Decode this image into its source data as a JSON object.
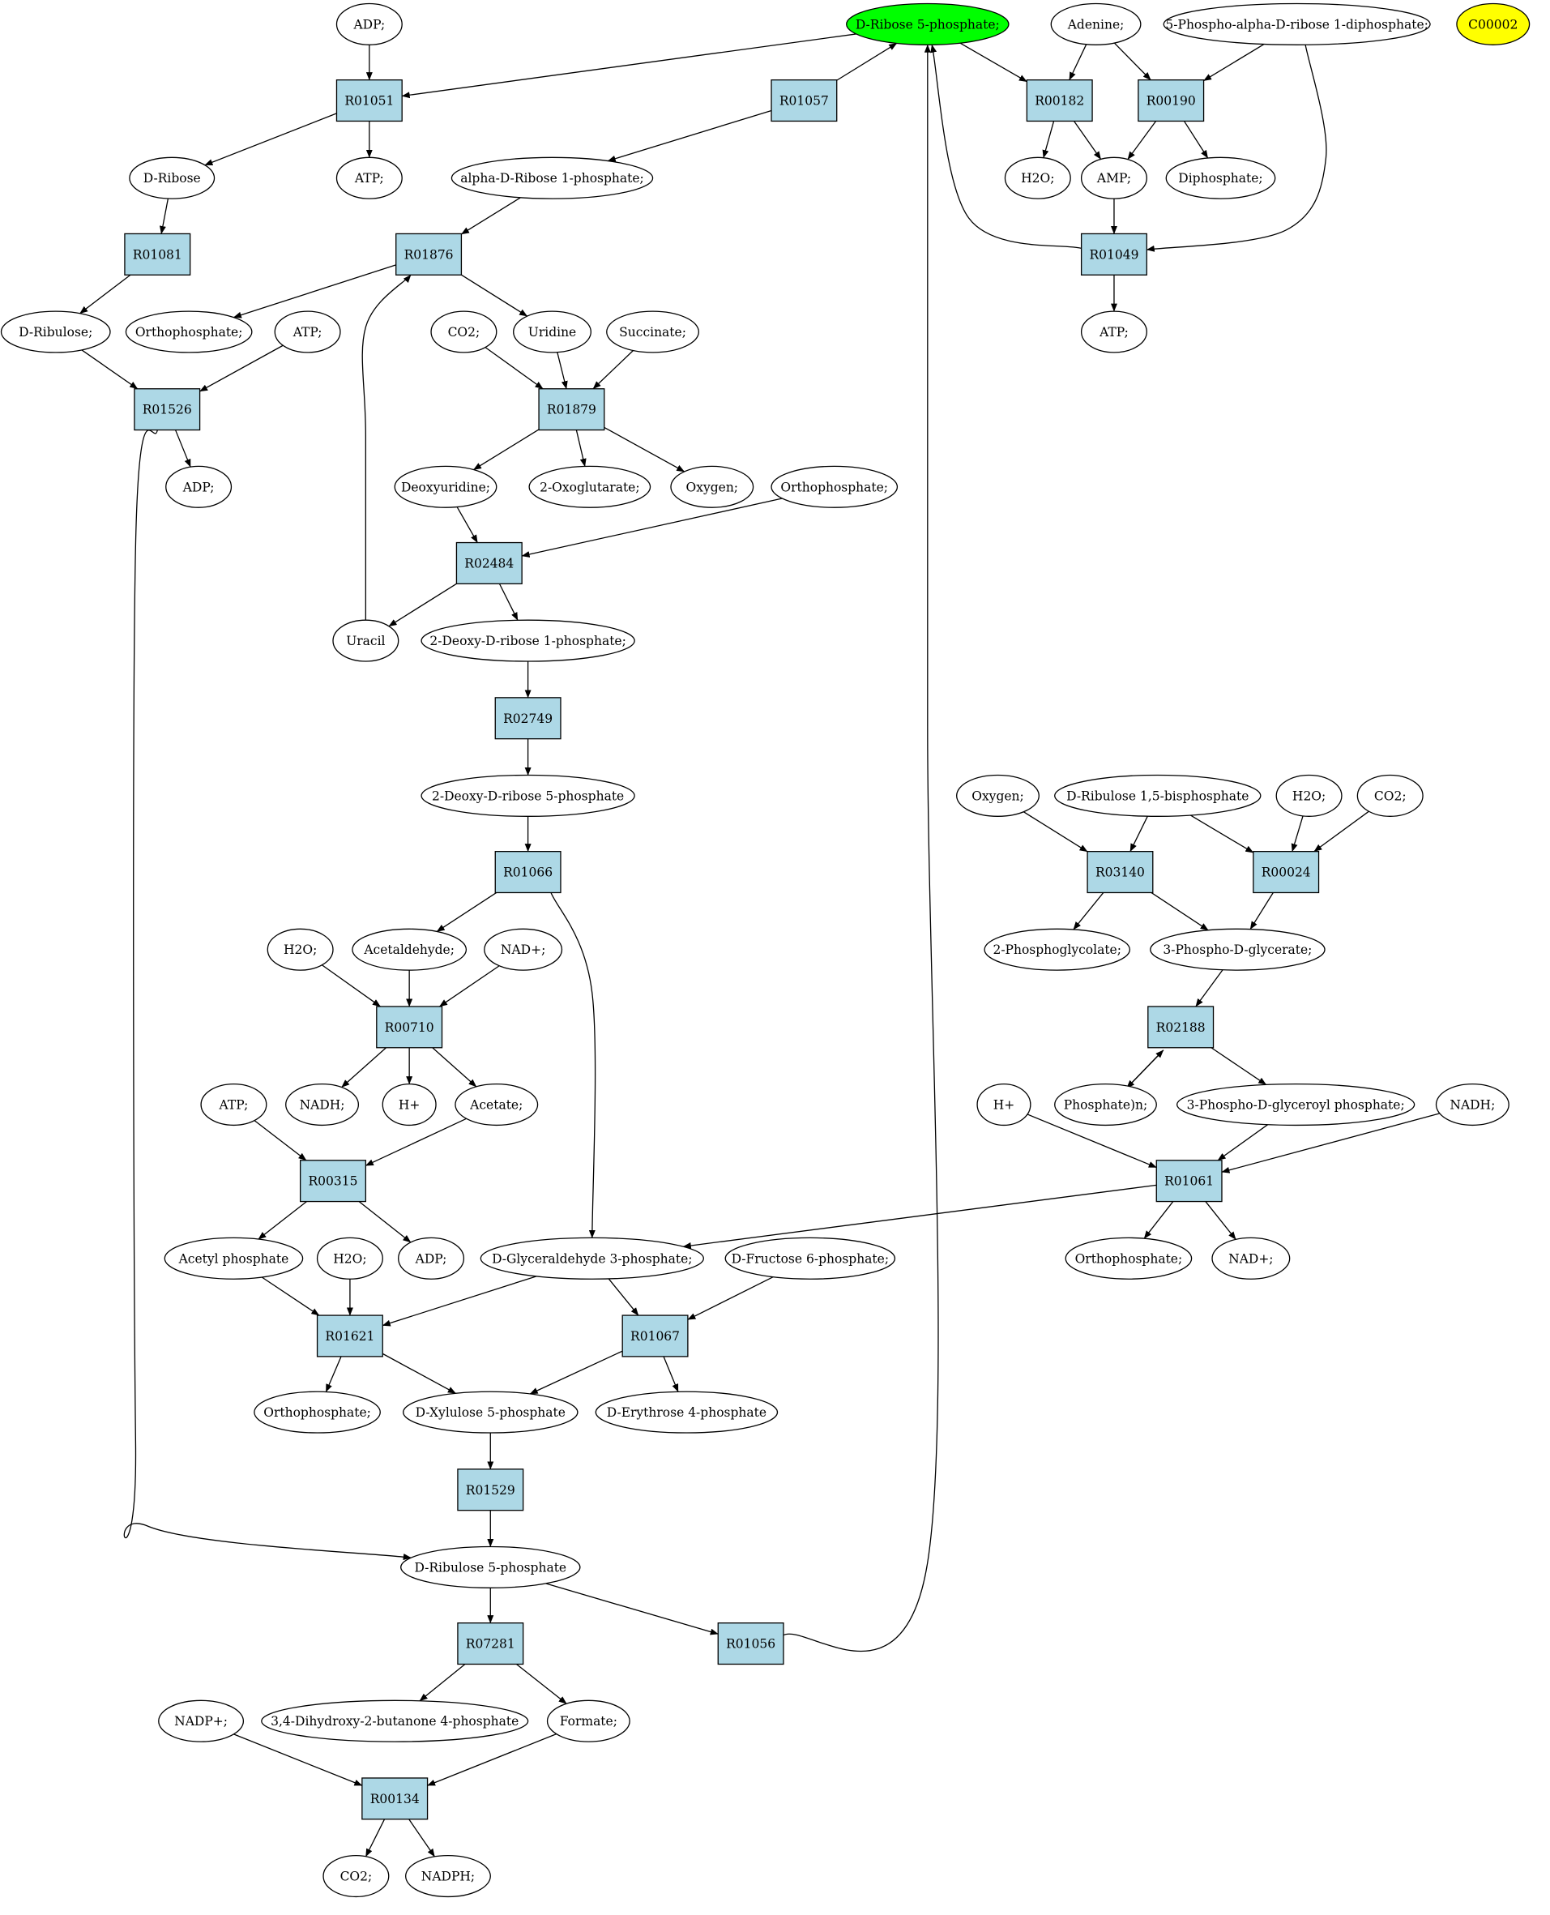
{
  "colors": {
    "reaction_fill": "#add8e6",
    "compound_fill": "#ffffff",
    "focus_fill": "#00ff00",
    "highlight_fill": "#ffff00",
    "stroke": "#000000"
  },
  "nodes": [
    {
      "id": "c_adp_top",
      "label": "ADP;",
      "kind": "compound"
    },
    {
      "id": "c_r5p",
      "label": "D-Ribose 5-phosphate;",
      "kind": "compound",
      "style": "focus"
    },
    {
      "id": "c_adenine",
      "label": "Adenine;",
      "kind": "compound"
    },
    {
      "id": "c_prpp",
      "label": "5-Phospho-alpha-D-ribose 1-diphosphate;",
      "kind": "compound"
    },
    {
      "id": "c_c00002",
      "label": "C00002",
      "kind": "compound",
      "style": "highlight"
    },
    {
      "id": "r_R01051",
      "label": "R01051",
      "kind": "reaction"
    },
    {
      "id": "r_R01057",
      "label": "R01057",
      "kind": "reaction"
    },
    {
      "id": "r_R00182",
      "label": "R00182",
      "kind": "reaction"
    },
    {
      "id": "r_R00190",
      "label": "R00190",
      "kind": "reaction"
    },
    {
      "id": "c_dribose",
      "label": "D-Ribose",
      "kind": "compound"
    },
    {
      "id": "c_atp_1",
      "label": "ATP;",
      "kind": "compound"
    },
    {
      "id": "c_adr1p",
      "label": "alpha-D-Ribose 1-phosphate;",
      "kind": "compound"
    },
    {
      "id": "c_h2o_1",
      "label": "H2O;",
      "kind": "compound"
    },
    {
      "id": "c_amp",
      "label": "AMP;",
      "kind": "compound"
    },
    {
      "id": "c_diphosphate",
      "label": "Diphosphate;",
      "kind": "compound"
    },
    {
      "id": "r_R01081",
      "label": "R01081",
      "kind": "reaction"
    },
    {
      "id": "r_R01876",
      "label": "R01876",
      "kind": "reaction"
    },
    {
      "id": "r_R01049",
      "label": "R01049",
      "kind": "reaction"
    },
    {
      "id": "c_dribulose",
      "label": "D-Ribulose;",
      "kind": "compound"
    },
    {
      "id": "c_ortho_1",
      "label": "Orthophosphate;",
      "kind": "compound"
    },
    {
      "id": "c_atp_2",
      "label": "ATP;",
      "kind": "compound"
    },
    {
      "id": "c_co2_1",
      "label": "CO2;",
      "kind": "compound"
    },
    {
      "id": "c_uridine",
      "label": "Uridine",
      "kind": "compound"
    },
    {
      "id": "c_succinate",
      "label": "Succinate;",
      "kind": "compound"
    },
    {
      "id": "c_atp_3",
      "label": "ATP;",
      "kind": "compound"
    },
    {
      "id": "r_R01526",
      "label": "R01526",
      "kind": "reaction"
    },
    {
      "id": "r_R01879",
      "label": "R01879",
      "kind": "reaction"
    },
    {
      "id": "c_adp_2",
      "label": "ADP;",
      "kind": "compound"
    },
    {
      "id": "c_deoxyuridine",
      "label": "Deoxyuridine;",
      "kind": "compound"
    },
    {
      "id": "c_2og",
      "label": "2-Oxoglutarate;",
      "kind": "compound"
    },
    {
      "id": "c_oxygen_1",
      "label": "Oxygen;",
      "kind": "compound"
    },
    {
      "id": "c_ortho_2",
      "label": "Orthophosphate;",
      "kind": "compound"
    },
    {
      "id": "r_R02484",
      "label": "R02484",
      "kind": "reaction"
    },
    {
      "id": "c_uracil",
      "label": "Uracil",
      "kind": "compound"
    },
    {
      "id": "c_2ddr1p",
      "label": "2-Deoxy-D-ribose 1-phosphate;",
      "kind": "compound"
    },
    {
      "id": "r_R02749",
      "label": "R02749",
      "kind": "reaction"
    },
    {
      "id": "c_2ddr5p",
      "label": "2-Deoxy-D-ribose 5-phosphate",
      "kind": "compound"
    },
    {
      "id": "c_oxygen_2",
      "label": "Oxygen;",
      "kind": "compound"
    },
    {
      "id": "c_rubp",
      "label": "D-Ribulose 1,5-bisphosphate",
      "kind": "compound"
    },
    {
      "id": "c_h2o_2",
      "label": "H2O;",
      "kind": "compound"
    },
    {
      "id": "c_co2_2",
      "label": "CO2;",
      "kind": "compound"
    },
    {
      "id": "r_R01066",
      "label": "R01066",
      "kind": "reaction"
    },
    {
      "id": "r_R03140",
      "label": "R03140",
      "kind": "reaction"
    },
    {
      "id": "r_R00024",
      "label": "R00024",
      "kind": "reaction"
    },
    {
      "id": "c_h2o_3",
      "label": "H2O;",
      "kind": "compound"
    },
    {
      "id": "c_acetaldehyde",
      "label": "Acetaldehyde;",
      "kind": "compound"
    },
    {
      "id": "c_nad_1",
      "label": "NAD+;",
      "kind": "compound"
    },
    {
      "id": "c_2pg",
      "label": "2-Phosphoglycolate;",
      "kind": "compound"
    },
    {
      "id": "c_3pg",
      "label": "3-Phospho-D-glycerate;",
      "kind": "compound"
    },
    {
      "id": "r_R00710",
      "label": "R00710",
      "kind": "reaction"
    },
    {
      "id": "r_R02188",
      "label": "R02188",
      "kind": "reaction"
    },
    {
      "id": "c_atp_4",
      "label": "ATP;",
      "kind": "compound"
    },
    {
      "id": "c_nadh_1",
      "label": "NADH;",
      "kind": "compound"
    },
    {
      "id": "c_hplus_1",
      "label": "H+",
      "kind": "compound"
    },
    {
      "id": "c_acetate",
      "label": "Acetate;",
      "kind": "compound"
    },
    {
      "id": "c_hplus_2",
      "label": "H+",
      "kind": "compound"
    },
    {
      "id": "c_phosphaten",
      "label": "Phosphate)n;",
      "kind": "compound"
    },
    {
      "id": "c_3pgp",
      "label": "3-Phospho-D-glyceroyl phosphate;",
      "kind": "compound"
    },
    {
      "id": "c_nadh_2",
      "label": "NADH;",
      "kind": "compound"
    },
    {
      "id": "r_R00315",
      "label": "R00315",
      "kind": "reaction"
    },
    {
      "id": "r_R01061",
      "label": "R01061",
      "kind": "reaction"
    },
    {
      "id": "c_acetylp",
      "label": "Acetyl phosphate",
      "kind": "compound"
    },
    {
      "id": "c_h2o_4",
      "label": "H2O;",
      "kind": "compound"
    },
    {
      "id": "c_adp_3",
      "label": "ADP;",
      "kind": "compound"
    },
    {
      "id": "c_g3p",
      "label": "D-Glyceraldehyde 3-phosphate;",
      "kind": "compound"
    },
    {
      "id": "c_f6p",
      "label": "D-Fructose 6-phosphate;",
      "kind": "compound"
    },
    {
      "id": "c_ortho_3",
      "label": "Orthophosphate;",
      "kind": "compound"
    },
    {
      "id": "c_nad_2",
      "label": "NAD+;",
      "kind": "compound"
    },
    {
      "id": "r_R01621",
      "label": "R01621",
      "kind": "reaction"
    },
    {
      "id": "r_R01067",
      "label": "R01067",
      "kind": "reaction"
    },
    {
      "id": "c_ortho_4",
      "label": "Orthophosphate;",
      "kind": "compound"
    },
    {
      "id": "c_x5p",
      "label": "D-Xylulose 5-phosphate",
      "kind": "compound"
    },
    {
      "id": "c_e4p",
      "label": "D-Erythrose 4-phosphate",
      "kind": "compound"
    },
    {
      "id": "r_R01529",
      "label": "R01529",
      "kind": "reaction"
    },
    {
      "id": "c_ru5p",
      "label": "D-Ribulose 5-phosphate",
      "kind": "compound"
    },
    {
      "id": "r_R07281",
      "label": "R07281",
      "kind": "reaction"
    },
    {
      "id": "r_R01056",
      "label": "R01056",
      "kind": "reaction"
    },
    {
      "id": "c_nadp",
      "label": "NADP+;",
      "kind": "compound"
    },
    {
      "id": "c_dhbp",
      "label": "3,4-Dihydroxy-2-butanone 4-phosphate",
      "kind": "compound"
    },
    {
      "id": "c_formate",
      "label": "Formate;",
      "kind": "compound"
    },
    {
      "id": "r_R00134",
      "label": "R00134",
      "kind": "reaction"
    },
    {
      "id": "c_co2_3",
      "label": "CO2;",
      "kind": "compound"
    },
    {
      "id": "c_nadph",
      "label": "NADPH;",
      "kind": "compound"
    }
  ],
  "edges": [
    [
      "c_adp_top",
      "r_R01051"
    ],
    [
      "c_r5p",
      "r_R01051"
    ],
    [
      "c_r5p",
      "r_R00182"
    ],
    [
      "r_R01057",
      "c_r5p"
    ],
    [
      "r_R01049",
      "c_r5p"
    ],
    [
      "r_R01056",
      "c_r5p"
    ],
    [
      "c_adenine",
      "r_R00182"
    ],
    [
      "c_adenine",
      "r_R00190"
    ],
    [
      "c_prpp",
      "r_R00190"
    ],
    [
      "c_prpp",
      "r_R01049"
    ],
    [
      "r_R01051",
      "c_dribose"
    ],
    [
      "r_R01051",
      "c_atp_1"
    ],
    [
      "r_R01057",
      "c_adr1p"
    ],
    [
      "r_R00182",
      "c_h2o_1"
    ],
    [
      "r_R00182",
      "c_amp"
    ],
    [
      "r_R00190",
      "c_amp"
    ],
    [
      "r_R00190",
      "c_diphosphate"
    ],
    [
      "c_dribose",
      "r_R01081"
    ],
    [
      "c_adr1p",
      "r_R01876"
    ],
    [
      "c_amp",
      "r_R01049"
    ],
    [
      "r_R01081",
      "c_dribulose"
    ],
    [
      "r_R01876",
      "c_ortho_1"
    ],
    [
      "r_R01876",
      "c_uridine"
    ],
    [
      "c_uracil",
      "r_R01876"
    ],
    [
      "r_R01049",
      "c_atp_3"
    ],
    [
      "c_dribulose",
      "r_R01526"
    ],
    [
      "c_atp_2",
      "r_R01526"
    ],
    [
      "c_co2_1",
      "r_R01879"
    ],
    [
      "c_uridine",
      "r_R01879"
    ],
    [
      "c_succinate",
      "r_R01879"
    ],
    [
      "r_R01526",
      "c_adp_2"
    ],
    [
      "r_R01526",
      "c_ru5p"
    ],
    [
      "r_R01879",
      "c_deoxyuridine"
    ],
    [
      "r_R01879",
      "c_2og"
    ],
    [
      "r_R01879",
      "c_oxygen_1"
    ],
    [
      "c_deoxyuridine",
      "r_R02484"
    ],
    [
      "c_ortho_2",
      "r_R02484"
    ],
    [
      "r_R02484",
      "c_uracil"
    ],
    [
      "r_R02484",
      "c_2ddr1p"
    ],
    [
      "c_2ddr1p",
      "r_R02749"
    ],
    [
      "r_R02749",
      "c_2ddr5p"
    ],
    [
      "c_2ddr5p",
      "r_R01066"
    ],
    [
      "r_R01066",
      "c_acetaldehyde"
    ],
    [
      "r_R01066",
      "c_g3p"
    ],
    [
      "c_oxygen_2",
      "r_R03140"
    ],
    [
      "c_rubp",
      "r_R03140"
    ],
    [
      "c_rubp",
      "r_R00024"
    ],
    [
      "c_h2o_2",
      "r_R00024"
    ],
    [
      "c_co2_2",
      "r_R00024"
    ],
    [
      "r_R03140",
      "c_2pg"
    ],
    [
      "r_R03140",
      "c_3pg"
    ],
    [
      "r_R00024",
      "c_3pg"
    ],
    [
      "c_h2o_3",
      "r_R00710"
    ],
    [
      "c_acetaldehyde",
      "r_R00710"
    ],
    [
      "c_nad_1",
      "r_R00710"
    ],
    [
      "c_3pg",
      "r_R02188"
    ],
    [
      "r_R00710",
      "c_nadh_1"
    ],
    [
      "r_R00710",
      "c_hplus_1"
    ],
    [
      "r_R00710",
      "c_acetate"
    ],
    [
      "r_R02188",
      "c_phosphaten"
    ],
    [
      "c_phosphaten",
      "r_R02188"
    ],
    [
      "r_R02188",
      "c_3pgp"
    ],
    [
      "c_atp_4",
      "r_R00315"
    ],
    [
      "c_acetate",
      "r_R00315"
    ],
    [
      "c_hplus_2",
      "r_R01061"
    ],
    [
      "c_3pgp",
      "r_R01061"
    ],
    [
      "c_nadh_2",
      "r_R01061"
    ],
    [
      "r_R00315",
      "c_acetylp"
    ],
    [
      "r_R00315",
      "c_adp_3"
    ],
    [
      "r_R01061",
      "c_g3p"
    ],
    [
      "r_R01061",
      "c_ortho_3"
    ],
    [
      "r_R01061",
      "c_nad_2"
    ],
    [
      "c_acetylp",
      "r_R01621"
    ],
    [
      "c_h2o_4",
      "r_R01621"
    ],
    [
      "c_g3p",
      "r_R01621"
    ],
    [
      "c_g3p",
      "r_R01067"
    ],
    [
      "c_f6p",
      "r_R01067"
    ],
    [
      "r_R01621",
      "c_ortho_4"
    ],
    [
      "r_R01621",
      "c_x5p"
    ],
    [
      "r_R01067",
      "c_x5p"
    ],
    [
      "r_R01067",
      "c_e4p"
    ],
    [
      "c_x5p",
      "r_R01529"
    ],
    [
      "r_R01529",
      "c_ru5p"
    ],
    [
      "c_ru5p",
      "r_R07281"
    ],
    [
      "c_ru5p",
      "r_R01056"
    ],
    [
      "r_R07281",
      "c_dhbp"
    ],
    [
      "r_R07281",
      "c_formate"
    ],
    [
      "c_nadp",
      "r_R00134"
    ],
    [
      "c_formate",
      "r_R00134"
    ],
    [
      "r_R00134",
      "c_co2_3"
    ],
    [
      "r_R00134",
      "c_nadph"
    ]
  ]
}
